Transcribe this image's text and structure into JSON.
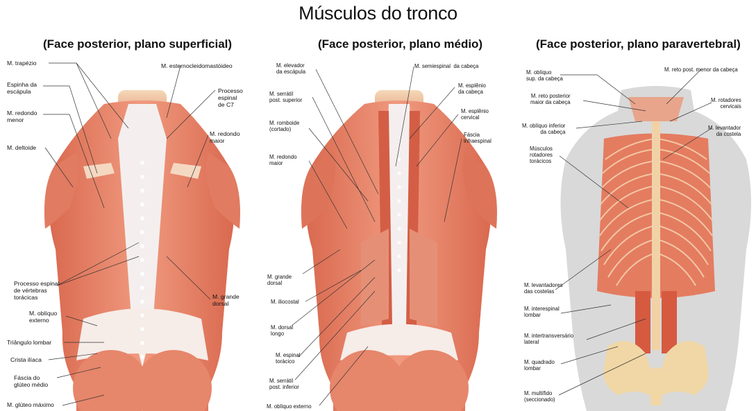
{
  "title": "Músculos do tronco",
  "panels": [
    {
      "subtitle": "(Face posterior, plano superficial)",
      "labels": {
        "trapezio": "M. trapézio",
        "espinha_escapula": "Espinha da\nescápula",
        "redondo_menor": "M. redondo\nmenor",
        "deltoide": "M. deltoide",
        "esternocleido": "M. esternocleidomastóideo",
        "processo_c7": "Processo\nespinal\nde C7",
        "redondo_maior": "M. redondo\nmaior",
        "processo_toracicas": "Processo espinal\nde vértebras\ntorácicas",
        "grande_dorsal": "M. grande\ndorsal",
        "obliquo_externo": "M. oblíquo\nexterno",
        "triangulo_lombar": "Triângulo lombar",
        "crista_iliaca": "Crista ilíaca",
        "fascia_gluteo": "Fáscia do\nglúteo médio",
        "gluteo_maximo": "M. glúteo máximo"
      }
    },
    {
      "subtitle": "(Face posterior, plano médio)",
      "labels": {
        "elevador_escapula": "M. elevador\nda escápula",
        "serratil_superior": "M. serrátil\npost. superior",
        "romboide": "M. romboide\n(cortado)",
        "redondo_maior": "M. redondo\nmaior",
        "semiespinal_cabeca": "M. semiespinal  da cabeça",
        "esplenio_cabeca": "M. esplênio\nda cabeça",
        "esplenio_cervical": "M. esplênio\ncervical",
        "fascia_infraespinal": "Fáscia\ninfraespinal",
        "grande_dorsal": "M. grande\ndorsal",
        "iliocostal": "M. iliocostal",
        "dorsal_longo": "M. dorsal\nlongo",
        "espinal_toracico": "M. espinal\ntorácico",
        "serratil_inferior": "M. serrátil\npost. inferior",
        "obliquo_externo": "M. oblíquo externo"
      }
    },
    {
      "subtitle": "(Face posterior, plano paravertebral)",
      "labels": {
        "obliquo_sup": "M. oblíquo\nsup. da cabeça",
        "reto_post_maior": "M. reto posterior\nmaior da cabeça",
        "obliquo_inf": "M. oblíquo inferior\nda cabeça",
        "rotadores_toracicos": "Músculos\nrotadores\ntorácicos",
        "reto_post_menor": "M. reto post. menor da cabeça",
        "rotadores_cervicais": "M. rotadores\ncervicais",
        "levantador_costela": "M. levantador\nda costela",
        "levantadores_costelas": "M. levantadores\ndas costelas",
        "interespinal_lombar": "M. interespinal\nlombar",
        "intertransversario": "M. intertransversário\nlateral",
        "quadrado_lombar": "M. quadrado\nlombar",
        "multifido": "M. multífido\n(seccionado)"
      }
    }
  ],
  "colors": {
    "muscle": "#e8846a",
    "muscle_dark": "#c9573f",
    "muscle_light": "#f3b29b",
    "fascia": "#f4efee",
    "bone": "#f1d7a6",
    "silhouette": "#d9d9d9",
    "leader": "#333333"
  }
}
